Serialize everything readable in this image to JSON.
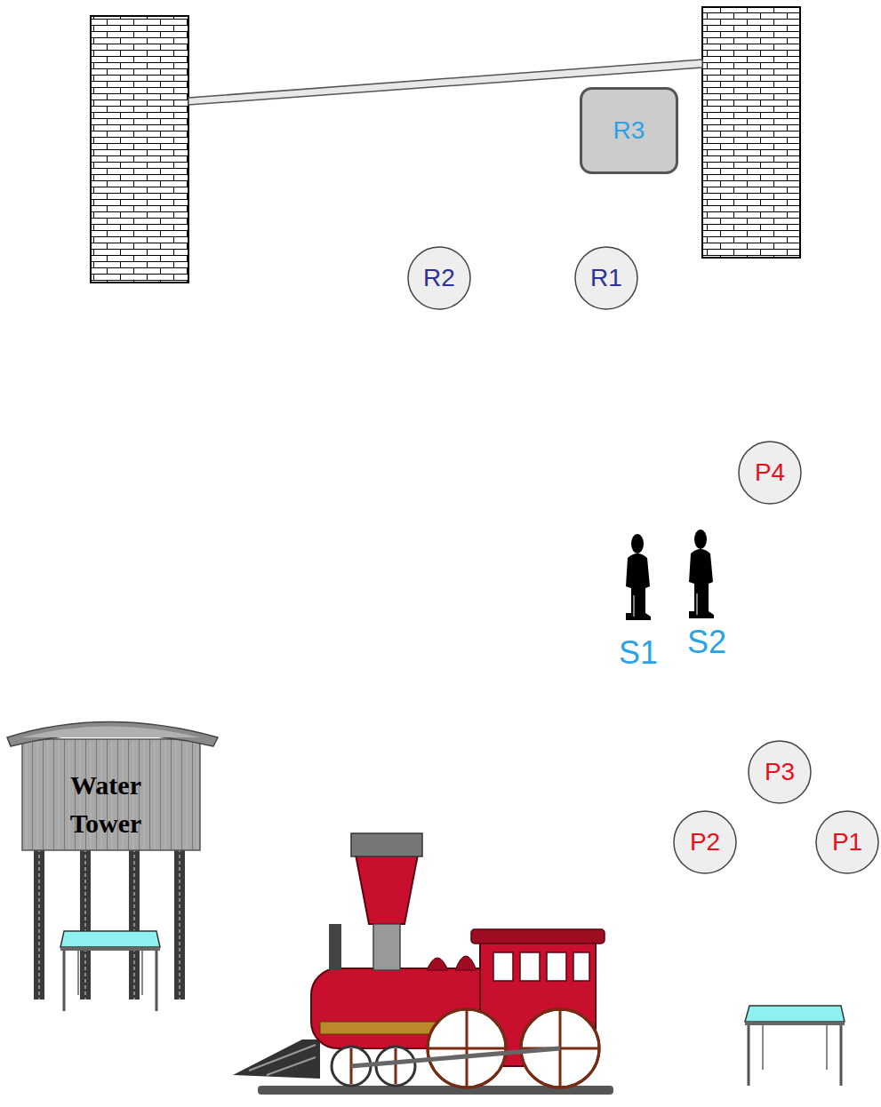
{
  "diagram": {
    "nodes": [
      {
        "text": [
          "R3"
        ]
      },
      {
        "text": [
          "R2"
        ]
      },
      {
        "text": [
          "R1"
        ]
      },
      {
        "text": [
          "P4"
        ]
      },
      {
        "text": [
          "P3"
        ]
      },
      {
        "text": [
          "P2"
        ]
      },
      {
        "text": [
          "P1"
        ]
      }
    ],
    "labels": [
      "S1",
      "S2",
      "Water Tower"
    ]
  }
}
